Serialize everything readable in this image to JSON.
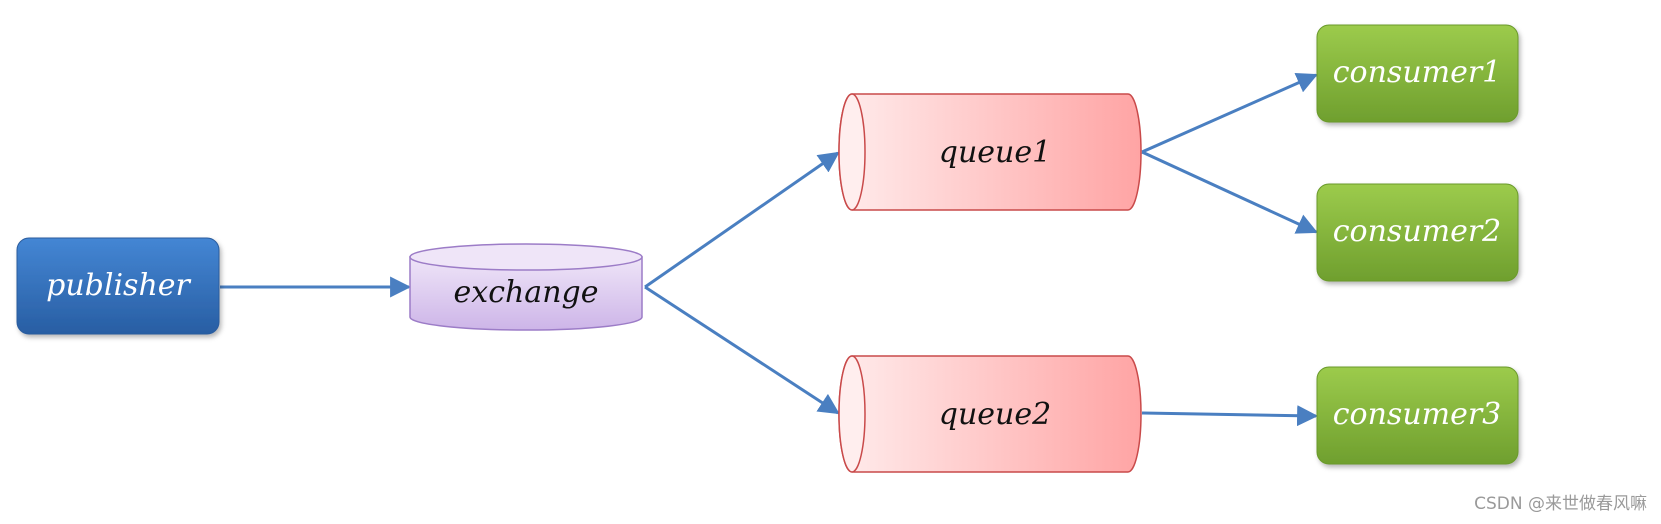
{
  "nodes": {
    "publisher": "publisher",
    "exchange": "exchange",
    "queue1": "queue1",
    "queue2": "queue2",
    "consumer1": "consumer1",
    "consumer2": "consumer2",
    "consumer3": "consumer3"
  },
  "edges": [
    {
      "from": "publisher",
      "to": "exchange"
    },
    {
      "from": "exchange",
      "to": "queue1"
    },
    {
      "from": "exchange",
      "to": "queue2"
    },
    {
      "from": "queue1",
      "to": "consumer1"
    },
    {
      "from": "queue1",
      "to": "consumer2"
    },
    {
      "from": "queue2",
      "to": "consumer3"
    }
  ],
  "colors": {
    "publisher": "#2f6db5",
    "exchange": "#d9c6ee",
    "queue": "#ffaaaa",
    "consumer": "#7cae36",
    "arrow": "#4a7fc1"
  },
  "watermark": "CSDN @来世做春风嘛"
}
